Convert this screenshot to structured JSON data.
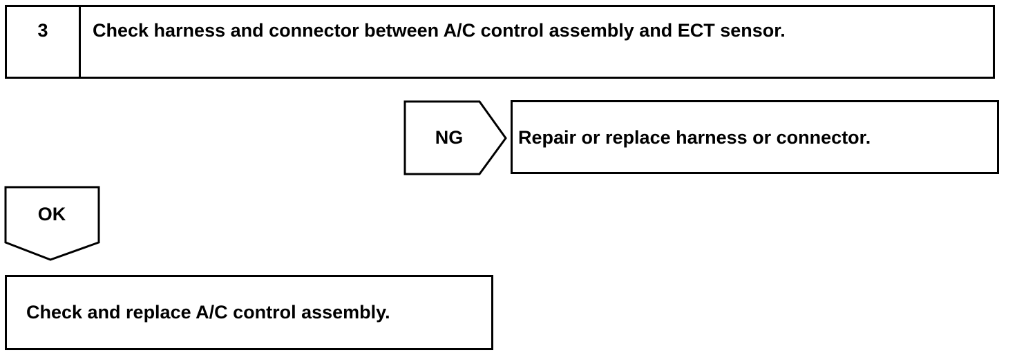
{
  "step": {
    "number": "3",
    "title": "Check harness and connector between A/C control assembly and ECT sensor."
  },
  "branches": {
    "ng": {
      "label": "NG",
      "action": "Repair or replace harness or connector."
    },
    "ok": {
      "label": "OK",
      "action": "Check and replace A/C control assembly."
    }
  },
  "colors": {
    "stroke": "#000000",
    "background": "#ffffff"
  }
}
